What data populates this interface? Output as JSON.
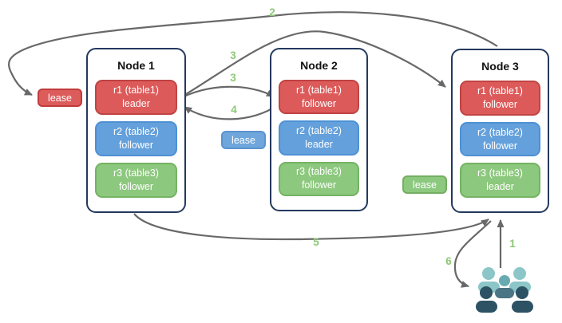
{
  "nodes": [
    {
      "title": "Node 1",
      "replicas": [
        {
          "name": "r1 (table1)",
          "role": "leader",
          "color": "#dd5a5a"
        },
        {
          "name": "r2 (table2)",
          "role": "follower",
          "color": "#64a0db"
        },
        {
          "name": "r3 (table3)",
          "role": "follower",
          "color": "#8cc87d"
        }
      ]
    },
    {
      "title": "Node 2",
      "replicas": [
        {
          "name": "r1 (table1)",
          "role": "follower",
          "color": "#dd5a5a"
        },
        {
          "name": "r2 (table2)",
          "role": "leader",
          "color": "#64a0db"
        },
        {
          "name": "r3 (table3)",
          "role": "follower",
          "color": "#8cc87d"
        }
      ]
    },
    {
      "title": "Node 3",
      "replicas": [
        {
          "name": "r1 (table1)",
          "role": "follower",
          "color": "#dd5a5a"
        },
        {
          "name": "r2 (table2)",
          "role": "follower",
          "color": "#64a0db"
        },
        {
          "name": "r3 (table3)",
          "role": "leader",
          "color": "#8cc87d"
        }
      ]
    }
  ],
  "leases": [
    {
      "label": "lease",
      "color": "#dc5b5b"
    },
    {
      "label": "lease",
      "color": "#6fa6dc"
    },
    {
      "label": "lease",
      "color": "#8cc97f"
    }
  ],
  "steps": {
    "s1": "1",
    "s2": "2",
    "s3a": "3",
    "s3b": "3",
    "s4": "4",
    "s5": "5",
    "s6": "6"
  },
  "icons": {
    "users": "users-group-icon"
  },
  "colors": {
    "arrow": "#686868",
    "step_label": "#8dc878",
    "node_border": "#24395e",
    "users_light": "#8cc6c8",
    "users_mid_head": "#68aab1",
    "users_mid_body": "#4a7585",
    "users_dark": "#2c5263"
  }
}
